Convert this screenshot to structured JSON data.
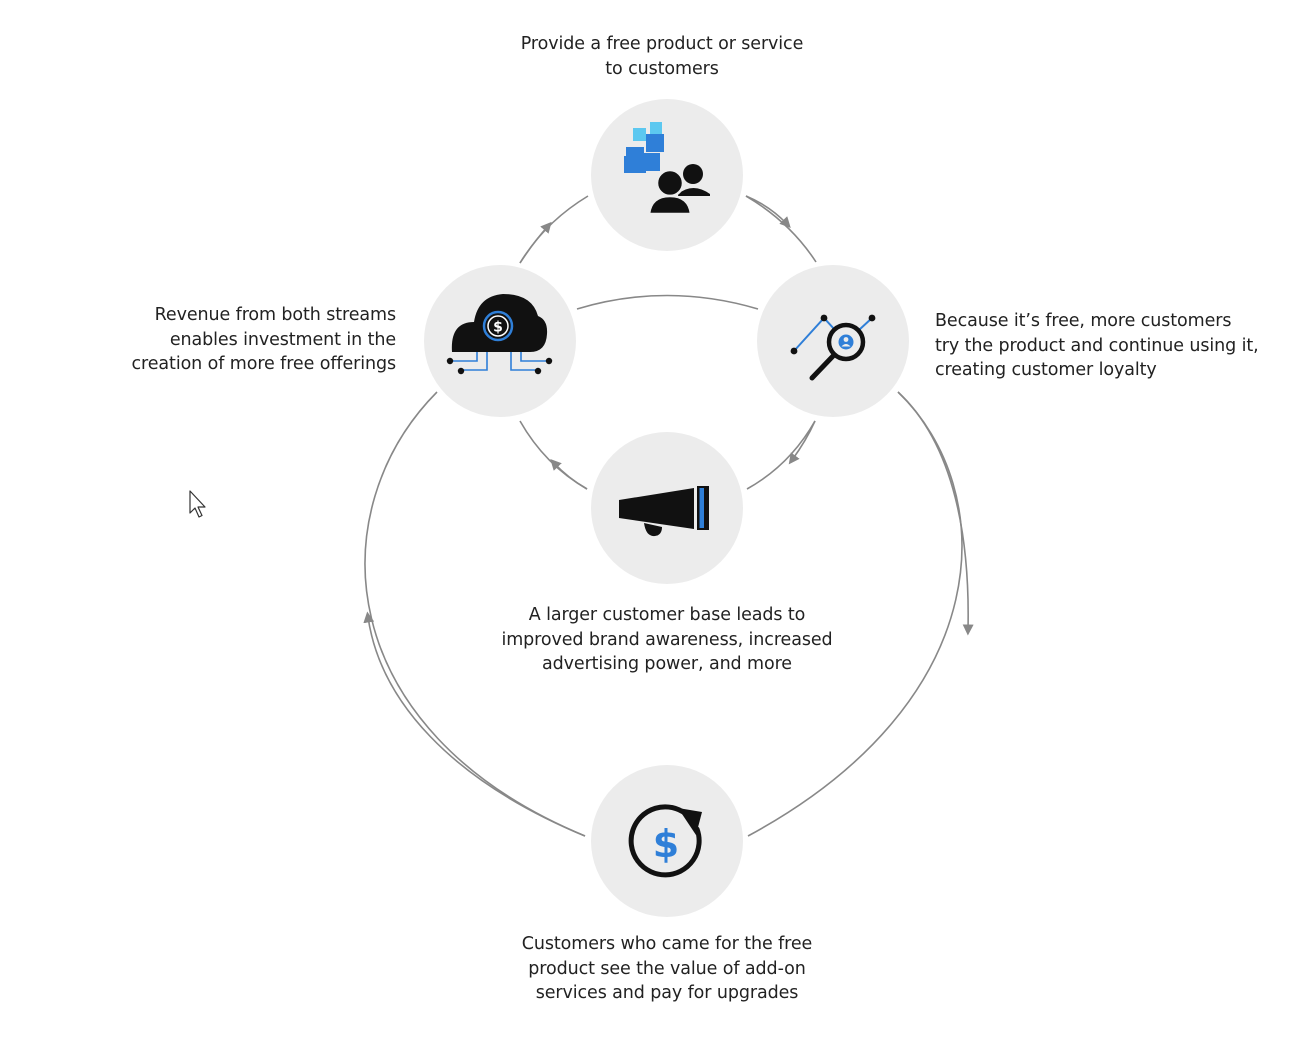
{
  "steps": {
    "top": {
      "line1": "Provide a free product or service",
      "line2": "to customers",
      "icon": "free-product-customers-icon"
    },
    "right": {
      "line1": "Because it’s free, more customers",
      "line2": "try the product and continue using it,",
      "line3": "creating customer loyalty",
      "icon": "magnifier-analytics-icon"
    },
    "center": {
      "line1": "A larger customer base leads to",
      "line2": "improved brand awareness, increased",
      "line3": "advertising power, and more",
      "icon": "megaphone-icon"
    },
    "bottom": {
      "line1": "Customers who came for the free",
      "line2": "product see the value of add-on",
      "line3": "services and pay for upgrades",
      "icon": "dollar-refresh-icon"
    },
    "left": {
      "line1": "Revenue from both streams",
      "line2": "enables investment in the",
      "line3": "creation of more free offerings",
      "icon": "cloud-dollar-icon"
    }
  },
  "colors": {
    "circle_fill": "#ececec",
    "connector": "#888888",
    "icon_dark": "#111111",
    "accent_blue": "#2f7fd8",
    "accent_light_blue": "#5cc8f0",
    "caption_text": "#222222"
  }
}
